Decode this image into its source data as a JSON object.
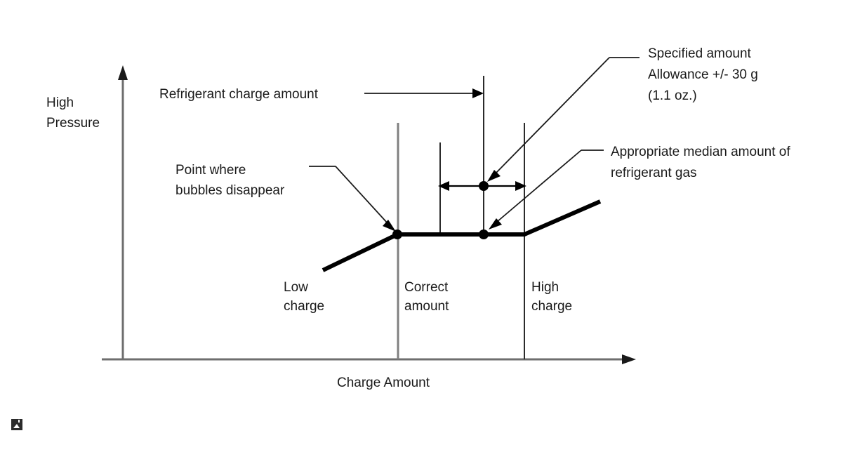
{
  "axes": {
    "y_label_line1": "High",
    "y_label_line2": "Pressure",
    "x_label": "Charge Amount"
  },
  "zone_labels": {
    "low_line1": "Low",
    "low_line2": "charge",
    "correct_line1": "Correct",
    "correct_line2": "amount",
    "high_line1": "High",
    "high_line2": "charge"
  },
  "annotations": {
    "refrigerant_charge_amount": "Refrigerant charge amount",
    "specified_amount_line1": "Specified amount",
    "specified_amount_line2": "Allowance +/- 30 g",
    "specified_amount_line3": "(1.1 oz.)",
    "median_amount_line1": "Appropriate median amount of",
    "median_amount_line2": "refrigerant gas",
    "bubbles_line1": "Point where",
    "bubbles_line2": "bubbles disappear"
  },
  "icons": {
    "broken_image": "broken-image-icon"
  },
  "colors": {
    "axis": "#6e6e6e",
    "guide_grey": "#808080",
    "guide_black": "#2b2b2b",
    "curve": "#000000",
    "text": "#1a1a1a",
    "background": "#ffffff"
  },
  "chart_data": {
    "type": "line",
    "title": "",
    "xlabel": "Charge Amount",
    "ylabel": "High Pressure",
    "grid": false,
    "legend": "none",
    "axis_ticks": "none",
    "description": "Refrigerant system high-side pressure versus refrigerant charge amount. Pressure rises with charge in the low-charge region, stays flat through the correct-amount band, then rises again in the high-charge region.",
    "x_regions": [
      {
        "name": "Low charge",
        "label_line1": "Low",
        "label_line2": "charge"
      },
      {
        "name": "Correct amount",
        "label_line1": "Correct",
        "label_line2": "amount"
      },
      {
        "name": "High charge",
        "label_line1": "High",
        "label_line2": "charge"
      }
    ],
    "series": [
      {
        "name": "High pressure curve",
        "points": [
          {
            "x": 460,
            "y": 385,
            "note": "curve start, low charge"
          },
          {
            "x": 566,
            "y": 334,
            "note": "point where bubbles disappear"
          },
          {
            "x": 747,
            "y": 334,
            "note": "end of flat correct-amount plateau"
          },
          {
            "x": 855,
            "y": 287,
            "note": "curve end, high charge"
          }
        ]
      }
    ],
    "markers": [
      {
        "name": "bubbles-disappear-point",
        "x": 566,
        "y": 334
      },
      {
        "name": "median-refrigerant-point",
        "x": 689,
        "y": 334
      },
      {
        "name": "specified-amount-point",
        "x": 689,
        "y": 265
      }
    ],
    "tolerance": {
      "label": "Allowance +/- 30 g (1.1 oz.)",
      "value": 30,
      "unit": "g",
      "alt_value": 1.1,
      "alt_unit": "oz.",
      "center_x": 689,
      "min_x": 627,
      "max_x": 747
    }
  }
}
